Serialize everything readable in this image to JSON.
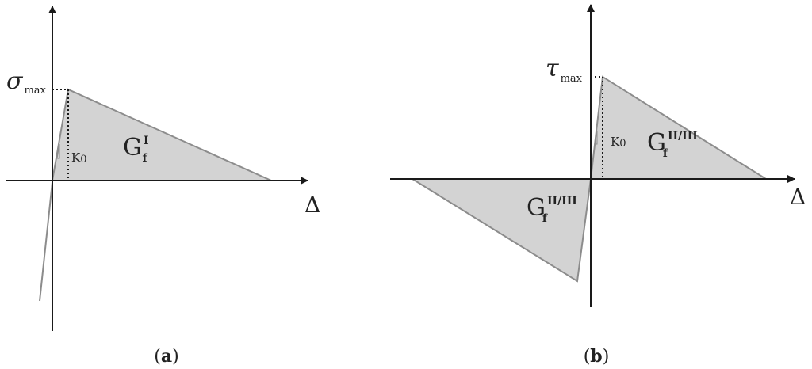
{
  "panel_a": {
    "caption_open": "(",
    "caption_letter": "a",
    "caption_close": ")",
    "y_label_symbol": "σ",
    "y_label_sub": "max",
    "x_label": "Δ",
    "stiffness_label": "K",
    "stiffness_sub": "0",
    "energy_symbol": "G",
    "energy_sub": "f",
    "energy_sup": "I"
  },
  "panel_b": {
    "caption_open": "(",
    "caption_letter": "b",
    "caption_close": ")",
    "y_label_symbol": "τ",
    "y_label_sub": "max",
    "x_label": "Δ",
    "stiffness_label": "K",
    "stiffness_sub": "0",
    "energy_upper_symbol": "G",
    "energy_upper_sub": "f",
    "energy_upper_sup": "II/III",
    "energy_lower_symbol": "G",
    "energy_lower_sub": "f",
    "energy_lower_sup": "II/III"
  },
  "colors": {
    "fill": "#d3d3d3",
    "edge": "#8c8c8c",
    "axis": "#1a1a1a"
  }
}
